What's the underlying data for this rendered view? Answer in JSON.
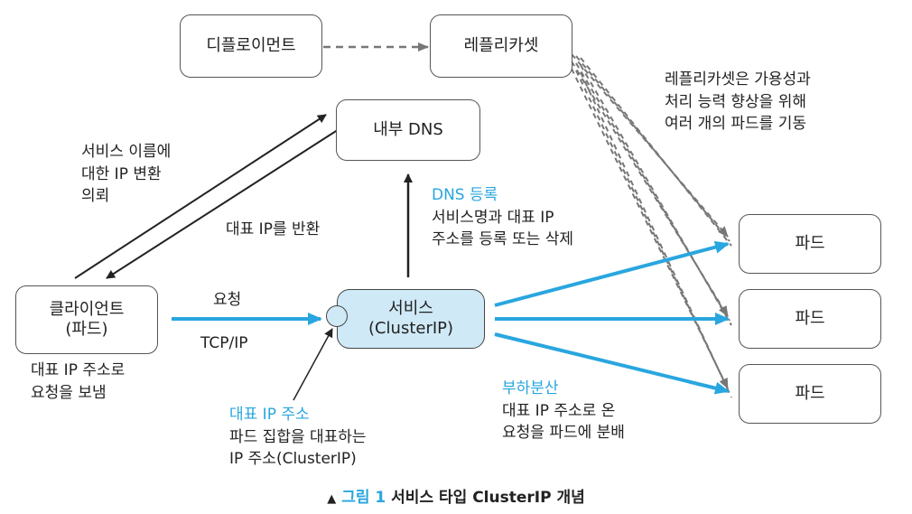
{
  "boxes": {
    "deployment": "디플로이먼트",
    "replicaset": "레플리카셋",
    "dns": "내부 DNS",
    "client_line1": "클라이언트",
    "client_line2": "(파드)",
    "service_line1": "서비스",
    "service_line2": "(ClusterIP)",
    "pods": [
      "파드",
      "파드",
      "파드"
    ]
  },
  "notes": {
    "replicaset_note": [
      "레플리카셋은 가용성과",
      "처리 능력 향상을 위해",
      "여러 개의 파드를 기동"
    ],
    "dns_query": [
      "서비스 이름에",
      "대한 IP 변환",
      "의뢰"
    ],
    "dns_return": "대표 IP를 반환",
    "dns_register_title": "DNS 등록",
    "dns_register_desc": [
      "서비스명과 대표 IP",
      "주소를 등록 또는 삭제"
    ],
    "request": "요청",
    "protocol": "TCP/IP",
    "client_desc": [
      "대표 IP 주소로",
      "요청을 보냄"
    ],
    "rep_ip_title": "대표 IP 주소",
    "rep_ip_desc": [
      "파드 집합을 대표하는",
      "IP 주소(ClusterIP)"
    ],
    "lb_title": "부하분산",
    "lb_desc": [
      "대표 IP 주소로 온",
      "요청을 파드에 분배"
    ]
  },
  "caption": {
    "marker": "▲",
    "figure": "그림 1",
    "text": "서비스 타입 ClusterIP 개념"
  },
  "colors": {
    "accent": "#29a6df",
    "service_fill": "#cfe9f7",
    "line": "#222222",
    "dashed": "#777777"
  }
}
